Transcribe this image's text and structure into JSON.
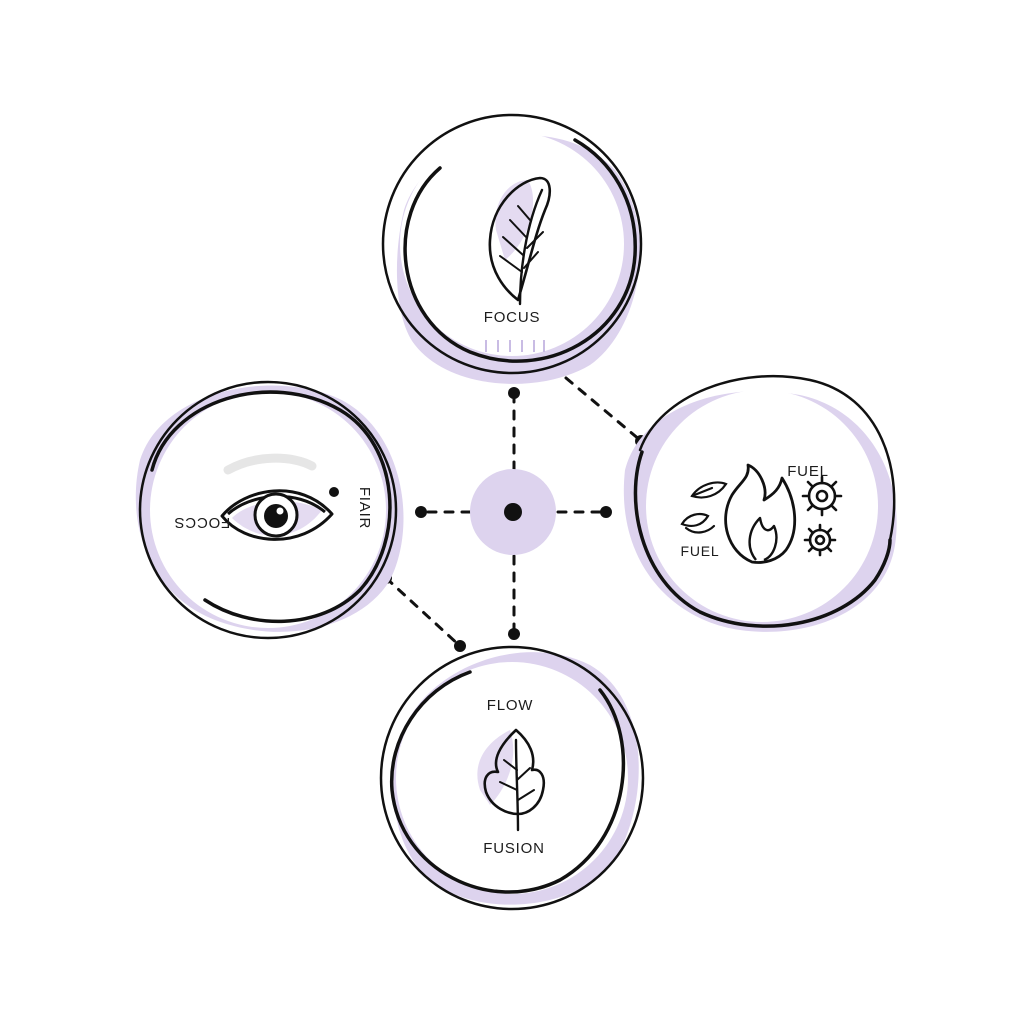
{
  "colors": {
    "accent": "#d8cdec",
    "accent_dark": "#cbbde6",
    "ink": "#111111",
    "background": "#ffffff"
  },
  "nodes": {
    "top": {
      "label": "FOCUS",
      "icon": "feather-icon"
    },
    "left": {
      "label_left": "FOCCS",
      "label_right": "FIAIR",
      "icon": "eye-icon"
    },
    "right": {
      "label_top": "FUEL",
      "label_bottom": "FUEL",
      "icon": "flame-icon",
      "icon_secondary": "gears-icon"
    },
    "bottom": {
      "label_top": "FLOW",
      "label_bottom": "FUSION",
      "icon": "leaf-icon"
    }
  },
  "hub": {
    "icon": "hub-dot-icon"
  }
}
